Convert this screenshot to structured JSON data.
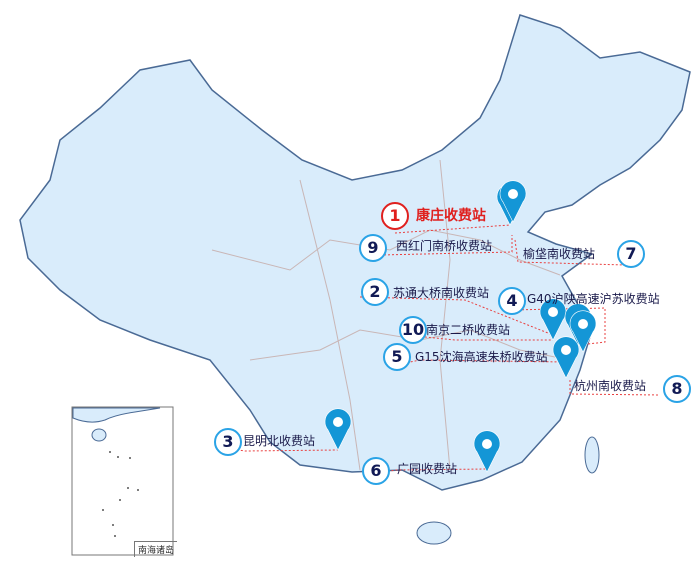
{
  "map": {
    "inset_label": "南海诸岛",
    "colors": {
      "land": "#d9ecfb",
      "border": "#4a6a95",
      "province": "#c9b6b6",
      "pin": "#1496d6",
      "highlight": "#e0201e",
      "circle": "#2aa3e6"
    },
    "stations": [
      {
        "num": "1",
        "name": "康庄收费站",
        "highlight": true
      },
      {
        "num": "2",
        "name": "苏通大桥南收费站"
      },
      {
        "num": "3",
        "name": "昆明北收费站"
      },
      {
        "num": "4",
        "name": "G40沪陕高速沪苏收费站"
      },
      {
        "num": "5",
        "name": "G15沈海高速朱桥收费站"
      },
      {
        "num": "6",
        "name": "广园收费站"
      },
      {
        "num": "7",
        "name": "榆垡南收费站"
      },
      {
        "num": "8",
        "name": "杭州南收费站"
      },
      {
        "num": "9",
        "name": "西红门南桥收费站"
      },
      {
        "num": "10",
        "name": "南京二桥收费站"
      }
    ]
  }
}
